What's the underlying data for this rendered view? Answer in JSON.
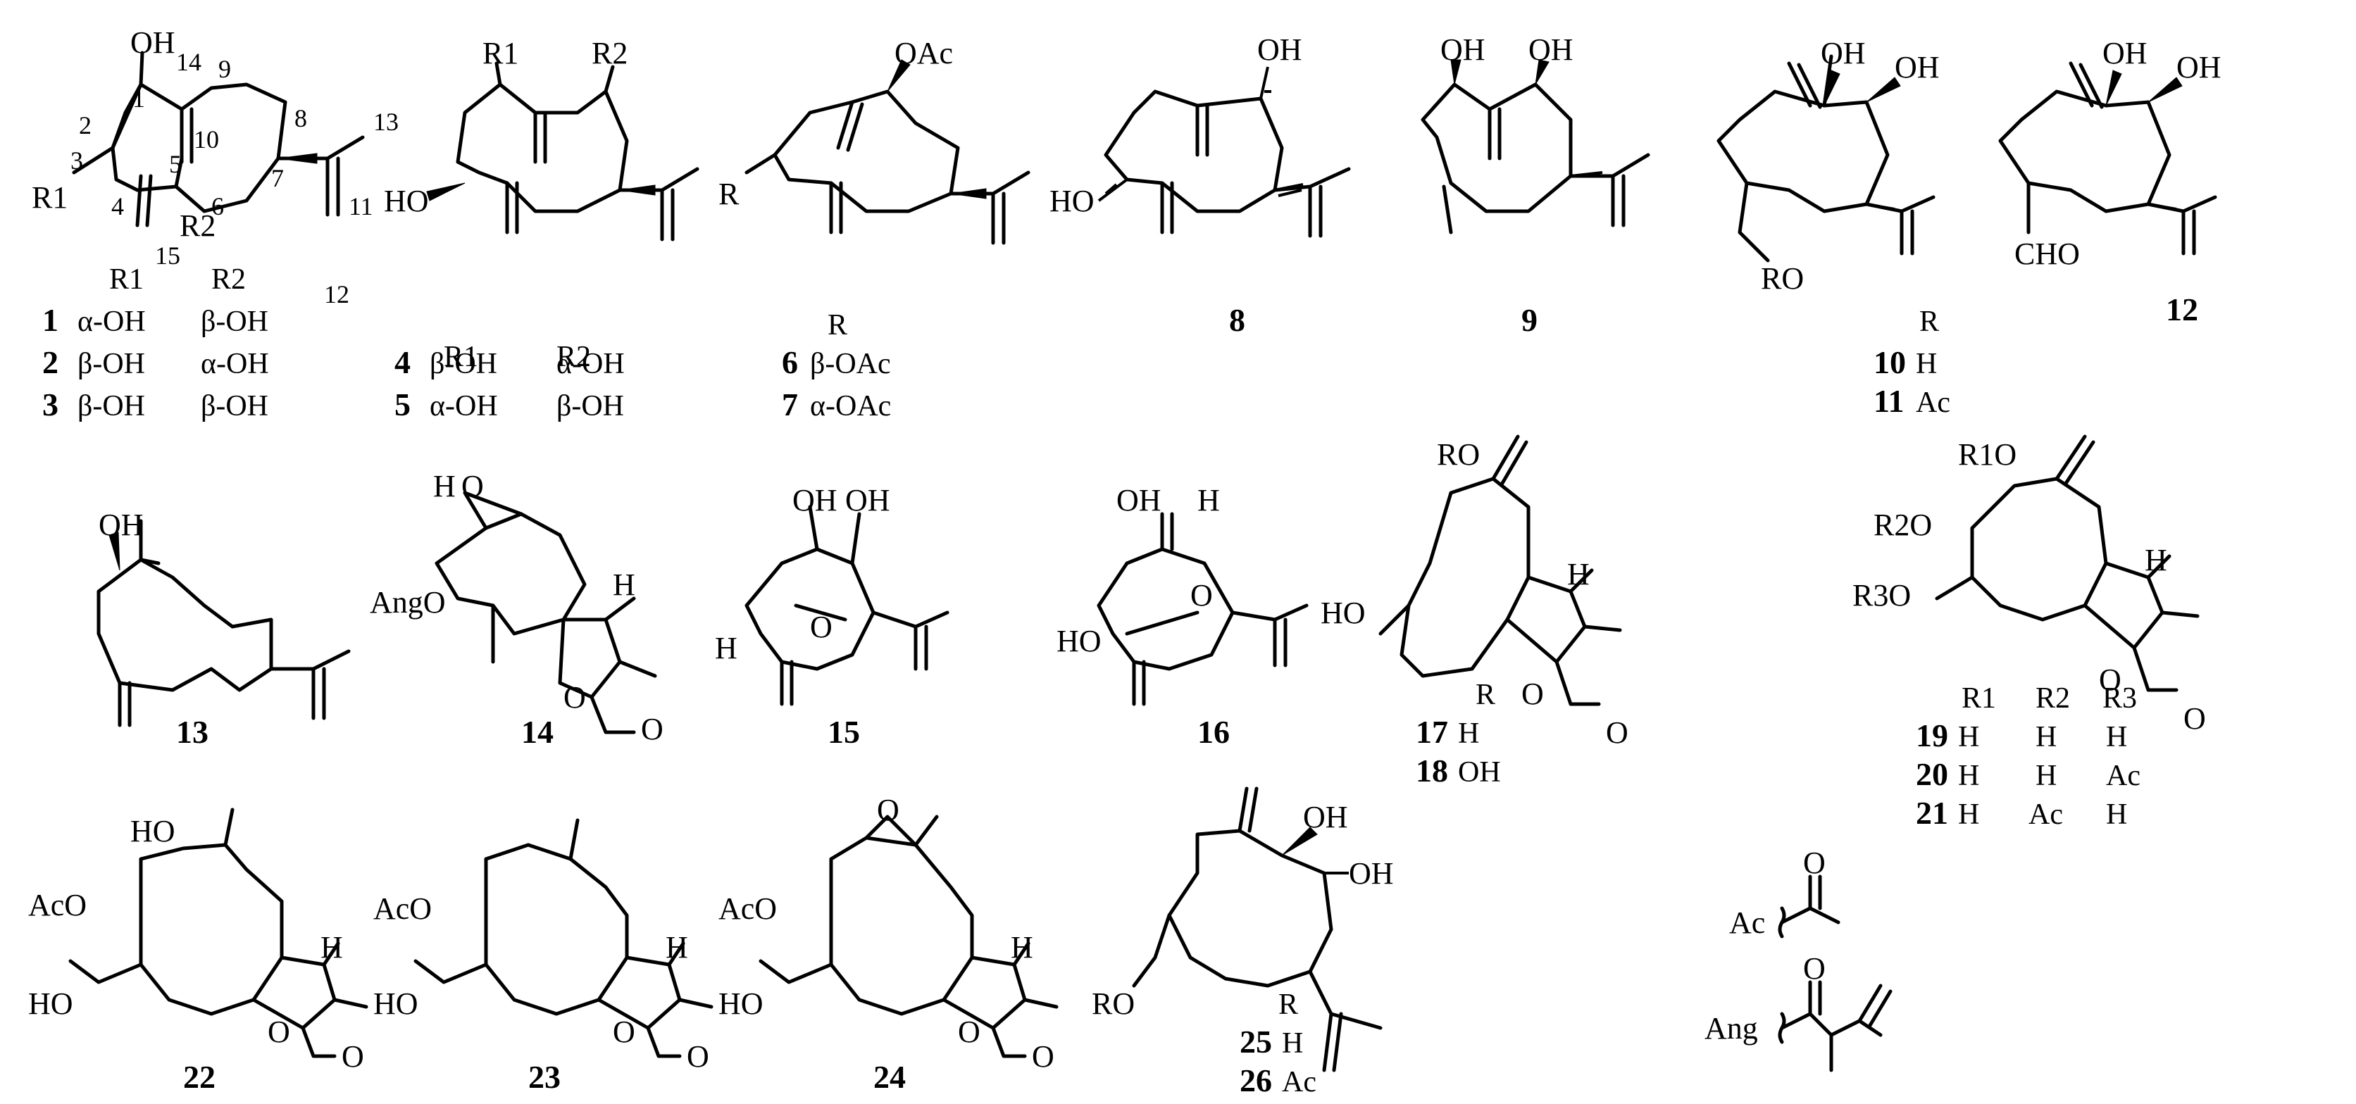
{
  "labels": {
    "greek_alpha": "α",
    "greek_beta": "β",
    "OH": "OH",
    "HO": "HO",
    "OAc": "OAc",
    "AcO": "AcO",
    "AngO": "AngO",
    "RO": "RO",
    "R1O": "R1O",
    "R2O": "R2O",
    "R3O": "R3O",
    "O": "O",
    "H": "H",
    "CHO": "CHO",
    "R": "R",
    "R1": "R1",
    "R2": "R2",
    "R3": "R3",
    "Ac": "Ac",
    "Ang": "Ang"
  },
  "atom_numbers_compound1": [
    "1",
    "2",
    "3",
    "4",
    "5",
    "6",
    "7",
    "8",
    "9",
    "10",
    "11",
    "12",
    "13",
    "14",
    "15"
  ],
  "compounds": [
    {
      "id": "1",
      "r1": "α-OH",
      "r2": "β-OH"
    },
    {
      "id": "2",
      "r1": "β-OH",
      "r2": "α-OH"
    },
    {
      "id": "3",
      "r1": "β-OH",
      "r2": "β-OH"
    },
    {
      "id": "4",
      "r1": "β-OH",
      "r2": "α-OH"
    },
    {
      "id": "5",
      "r1": "α-OH",
      "r2": "β-OH"
    },
    {
      "id": "6",
      "r": "β-OAc"
    },
    {
      "id": "7",
      "r": "α-OAc"
    },
    {
      "id": "8"
    },
    {
      "id": "9"
    },
    {
      "id": "10",
      "r": "H"
    },
    {
      "id": "11",
      "r": "Ac"
    },
    {
      "id": "12"
    },
    {
      "id": "13"
    },
    {
      "id": "14"
    },
    {
      "id": "15"
    },
    {
      "id": "16"
    },
    {
      "id": "17",
      "r": "H"
    },
    {
      "id": "18",
      "r": "OH"
    },
    {
      "id": "19",
      "r1": "H",
      "r2": "H",
      "r3": "H"
    },
    {
      "id": "20",
      "r1": "H",
      "r2": "H",
      "r3": "Ac"
    },
    {
      "id": "21",
      "r1": "H",
      "r2": "Ac",
      "r3": "H"
    },
    {
      "id": "22"
    },
    {
      "id": "23"
    },
    {
      "id": "24"
    },
    {
      "id": "25",
      "r": "H"
    },
    {
      "id": "26",
      "r": "Ac"
    }
  ]
}
